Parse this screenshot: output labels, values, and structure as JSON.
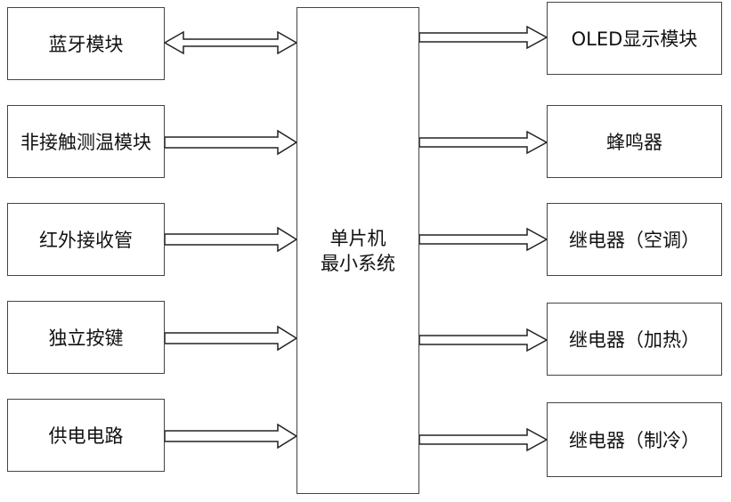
{
  "left_modules": [
    {
      "label": "蓝牙模块"
    },
    {
      "label": "非接触测温模块"
    },
    {
      "label": "红外接收管"
    },
    {
      "label": "独立按键"
    },
    {
      "label": "供电电路"
    }
  ],
  "mcu": {
    "line1": "单片机",
    "line2": "最小系统"
  },
  "right_modules": [
    {
      "label": "OLED显示模块"
    },
    {
      "label": "蜂鸣器"
    },
    {
      "label": "继电器（空调）"
    },
    {
      "label": "继电器（加热）"
    },
    {
      "label": "继电器（制冷）"
    }
  ]
}
